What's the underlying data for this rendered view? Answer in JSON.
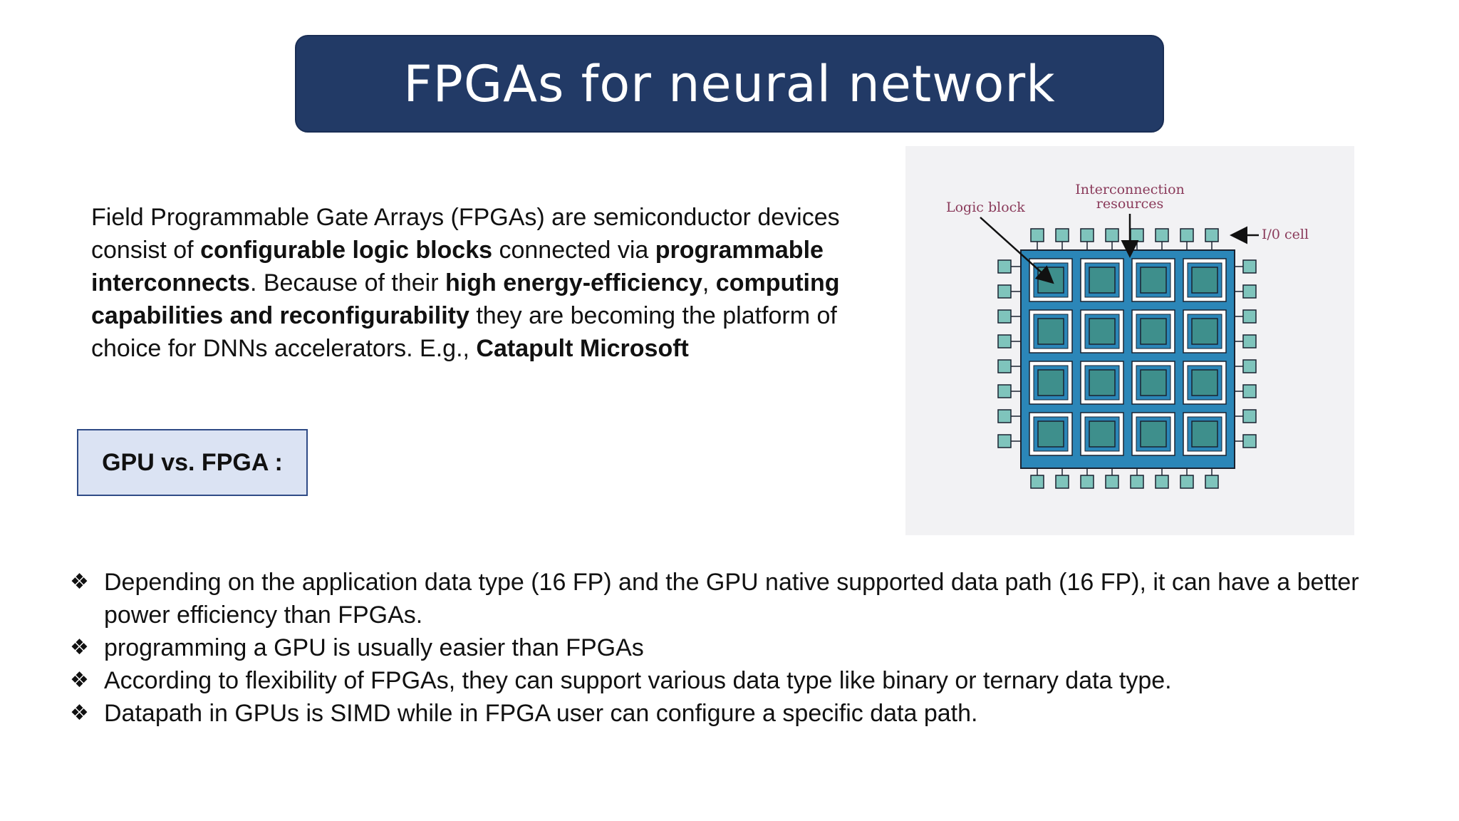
{
  "title": "FPGAs for neural network",
  "intro": [
    {
      "text": "Field Programmable Gate Arrays (FPGAs) are semiconductor devices consist of ",
      "bold": false
    },
    {
      "text": "configurable logic blocks",
      "bold": true
    },
    {
      "text": " connected via ",
      "bold": false
    },
    {
      "text": "programmable interconnects",
      "bold": true
    },
    {
      "text": ". Because of their ",
      "bold": false
    },
    {
      "text": "high energy-efficiency",
      "bold": true
    },
    {
      "text": ", ",
      "bold": false
    },
    {
      "text": "computing capabilities and reconfigurability",
      "bold": true
    },
    {
      "text": " they are becoming the platform of choice for DNNs accelerators.  E.g., ",
      "bold": false
    },
    {
      "text": "Catapult Microsoft",
      "bold": true
    }
  ],
  "gpu_box_label": "GPU vs. FPGA :",
  "diagram": {
    "labels": {
      "logic_block": "Logic block",
      "interconnection_line1": "Interconnection",
      "interconnection_line2": "resources",
      "io_cell": "I/0 cell"
    },
    "colors": {
      "fabric": "#2b86b8",
      "block": "#3e8f8c",
      "io_cell": "#7fc4bc",
      "outline": "#1a2230"
    }
  },
  "bullets": [
    "Depending on the application data type (16 FP) and the GPU native supported data path (16 FP), it can have a better power efficiency than FPGAs.",
    "programming a GPU is usually easier than FPGAs",
    "According to flexibility of FPGAs, they can support various data type like binary or ternary data type.",
    "Datapath in GPUs is SIMD while in FPGA user can configure a specific data path."
  ],
  "bullet_symbol": "❖"
}
